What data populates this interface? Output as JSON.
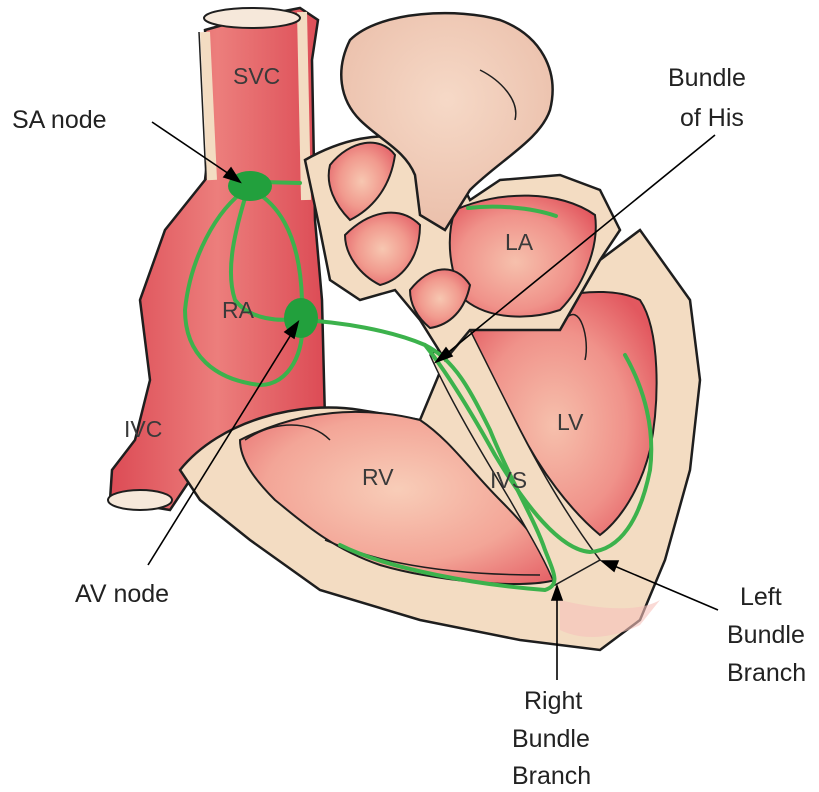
{
  "colors": {
    "wall": "#f3dcc2",
    "outline": "#1e1e1e",
    "vessel_red": "#e2595e",
    "chamber_pink": "#f08a84",
    "chamber_light": "#f6c3ae",
    "conduction": "#3cb24c",
    "node": "#22a03d"
  },
  "labels": {
    "sa_node": "SA node",
    "av_node": "AV node",
    "bundle_his_line1": "Bundle",
    "bundle_his_line2": "of His",
    "left_bb_line1": "Left",
    "left_bb_line2": "Bundle",
    "left_bb_line3": "Branch",
    "right_bb_line1": "Right",
    "right_bb_line2": "Bundle",
    "right_bb_line3": "Branch"
  },
  "regions": {
    "svc": "SVC",
    "ra": "RA",
    "ivc": "IVC",
    "la": "LA",
    "lv": "LV",
    "rv": "RV",
    "ivs": "IVS"
  }
}
